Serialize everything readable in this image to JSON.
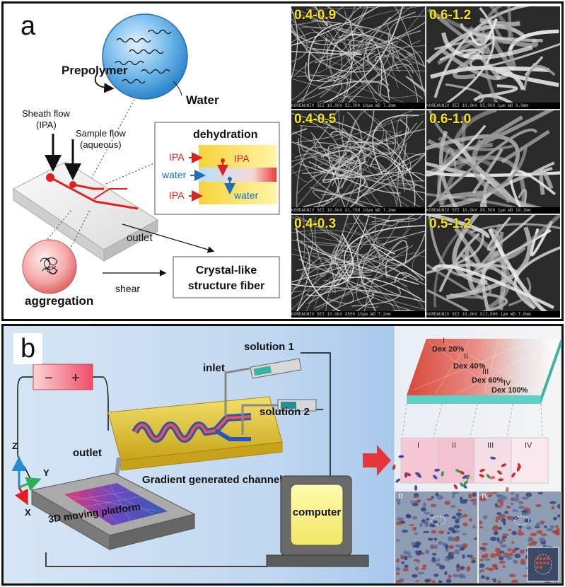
{
  "panel_a": {
    "label": "a",
    "prepolymer": "Prepolymer",
    "water": "Water",
    "sheath_flow": "Sheath flow",
    "sheath_flow_sub": "(IPA)",
    "sample_flow": "Sample flow",
    "sample_flow_sub": "(aqueous)",
    "dehydration": "dehydration",
    "ipa_top": "IPA",
    "ipa_right": "IPA",
    "water_left": "water",
    "ipa_bottom": "IPA",
    "water_right": "water",
    "outlet": "outlet",
    "aggregation": "aggregation",
    "shear": "shear",
    "crystal_line1": "Crystal-like",
    "crystal_line2": "structure fiber",
    "sem_images": [
      {
        "label": "0.4-0.9",
        "footer": "KOREAUNIV  SEI  10.0kV  X2,300  10μm  WD 7.2mm"
      },
      {
        "label": "0.6-1.2",
        "footer": "KOREAUNIV  SEI  10.0kV  X5,000  1μm  WD 6.0mm"
      },
      {
        "label": "0.4-0.5",
        "footer": "KOREAUNIV  SEI  10.0kV  X1,700  10μm  WD 7.2mm"
      },
      {
        "label": "0.6-1.0",
        "footer": "KOREAUNIV  SEI  10.0kV  X6,500  1μm  WD 10.3mm"
      },
      {
        "label": "0.4-0.3",
        "footer": "KOREAUNIV  SEI  10.0kV  X550  10μm  WD 7.2mm"
      },
      {
        "label": "0.5-1.2",
        "footer": "KOREAUNIV  SEI  10.0kV  X17,000  1μm  WD 7.0mm"
      }
    ]
  },
  "panel_b": {
    "label": "b",
    "minus": "−",
    "plus": "+",
    "inlet": "inlet",
    "solution1": "solution 1",
    "solution2": "solution 2",
    "outlet": "outlet",
    "channel": "Gradient generated channel",
    "computer": "computer",
    "platform": "3D moving platform",
    "axis_z": "Z",
    "axis_y": "Y",
    "axis_x": "X",
    "dex_labels": [
      "Dex 20%",
      "Dex 40%",
      "Dex 60%",
      "Dex 100%"
    ],
    "roman": [
      "I",
      "II",
      "III",
      "IV"
    ],
    "stain_labels": [
      "II",
      "IV"
    ]
  }
}
